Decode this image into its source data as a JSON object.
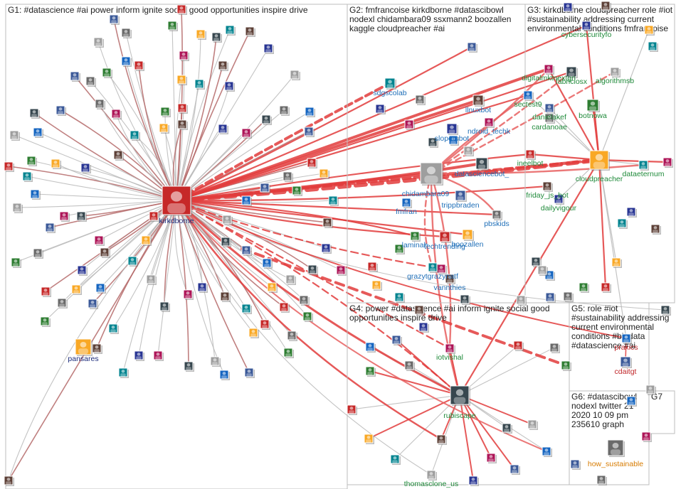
{
  "groups": [
    {
      "id": "G1",
      "lines": [
        "G1: #datascience #ai power inform ignite social good opportunities inspire drive"
      ]
    },
    {
      "id": "G2",
      "lines": [
        "G2: fmfrancoise kirkdborne #datascibowl",
        "nodexl chidambara09 ssxmann2 boozallen",
        "kaggle cloudpreacher #ai"
      ]
    },
    {
      "id": "G3",
      "lines": [
        "G3: kirkdborne cloudpreacher role #iot",
        "#sustainability addressing current",
        "environmental conditions fmfrancoise"
      ]
    },
    {
      "id": "G4",
      "lines": [
        "G4: power #datascience #ai inform ignite social good",
        "opportunities inspire drive"
      ]
    },
    {
      "id": "G5",
      "lines": [
        "G5: role #iot",
        "#sustainability addressing",
        "current environmental",
        "conditions #bigdata",
        "#datascience #ai"
      ]
    },
    {
      "id": "G6",
      "lines": [
        "G6: #datascibowl",
        "nodexl twitter 21",
        "2020 10 09 pm",
        "235610 graph"
      ]
    },
    {
      "id": "G7",
      "lines": [
        "G7"
      ]
    }
  ],
  "nodes": [
    {
      "name": "kirkdborne",
      "group": "G1",
      "color": "#1a2a7a"
    },
    {
      "name": "pansares",
      "group": "G1",
      "color": "#1a2a7a"
    },
    {
      "name": "sdgscolab",
      "group": "G2",
      "color": "#1f6fb8"
    },
    {
      "name": "llnuxbot",
      "group": "G2",
      "color": "#1f6fb8"
    },
    {
      "name": "slopersbot",
      "group": "G2",
      "color": "#1f6fb8"
    },
    {
      "name": "ndroid_techk",
      "group": "G2",
      "color": "#1f6fb8"
    },
    {
      "name": "datasciencebot_",
      "group": "G2",
      "color": "#1f6fb8"
    },
    {
      "name": "chidambara09",
      "group": "G2",
      "color": "#1f6fb8"
    },
    {
      "name": "fmfran",
      "group": "G2",
      "color": "#1f6fb8"
    },
    {
      "name": "trippbraden",
      "group": "G2",
      "color": "#1f6fb8"
    },
    {
      "name": "pbskids",
      "group": "G2",
      "color": "#1f6fb8"
    },
    {
      "name": "laminah",
      "group": "G2",
      "color": "#1f6fb8"
    },
    {
      "name": "techtrending",
      "group": "G2",
      "color": "#1f6fb8"
    },
    {
      "name": "boozallen",
      "group": "G2",
      "color": "#1f6fb8"
    },
    {
      "name": "grazytgrazynatf",
      "group": "G2",
      "color": "#1f6fb8"
    },
    {
      "name": "vannthies",
      "group": "G2",
      "color": "#1f6fb8"
    },
    {
      "name": "cybersecurityfo",
      "group": "G3",
      "color": "#1f8a3a"
    },
    {
      "name": "digitalmktnextgn",
      "group": "G3",
      "color": "#1f8a3a"
    },
    {
      "name": "fabriciosx",
      "group": "G3",
      "color": "#1f8a3a"
    },
    {
      "name": "algorithmsb",
      "group": "G3",
      "color": "#1f8a3a"
    },
    {
      "name": "sectest9",
      "group": "G3",
      "color": "#1f8a3a"
    },
    {
      "name": "danielakef",
      "group": "G3",
      "color": "#1f8a3a"
    },
    {
      "name": "cardanoae",
      "group": "G3",
      "color": "#1f8a3a"
    },
    {
      "name": "botnowa",
      "group": "G3",
      "color": "#1f8a3a"
    },
    {
      "name": "ineelbot",
      "group": "G3",
      "color": "#1f8a3a"
    },
    {
      "name": "cloudpreacher",
      "group": "G3",
      "color": "#1f8a3a"
    },
    {
      "name": "dataeternum",
      "group": "G3",
      "color": "#1f8a3a"
    },
    {
      "name": "friday_js_bot",
      "group": "G3",
      "color": "#1f8a3a"
    },
    {
      "name": "dailyvigour",
      "group": "G3",
      "color": "#1f8a3a"
    },
    {
      "name": "iotvishal",
      "group": "G4",
      "color": "#1f8a3a"
    },
    {
      "name": "rubiscape",
      "group": "G4",
      "color": "#1f8a3a"
    },
    {
      "name": "thomasclone_us",
      "group": "G4",
      "color": "#1f8a3a"
    },
    {
      "name": "praxics",
      "group": "G5",
      "color": "#c0282b"
    },
    {
      "name": "cdaitgt",
      "group": "G5",
      "color": "#c0282b"
    },
    {
      "name": "how_sustainable",
      "group": "G6",
      "color": "#d77b00"
    }
  ]
}
